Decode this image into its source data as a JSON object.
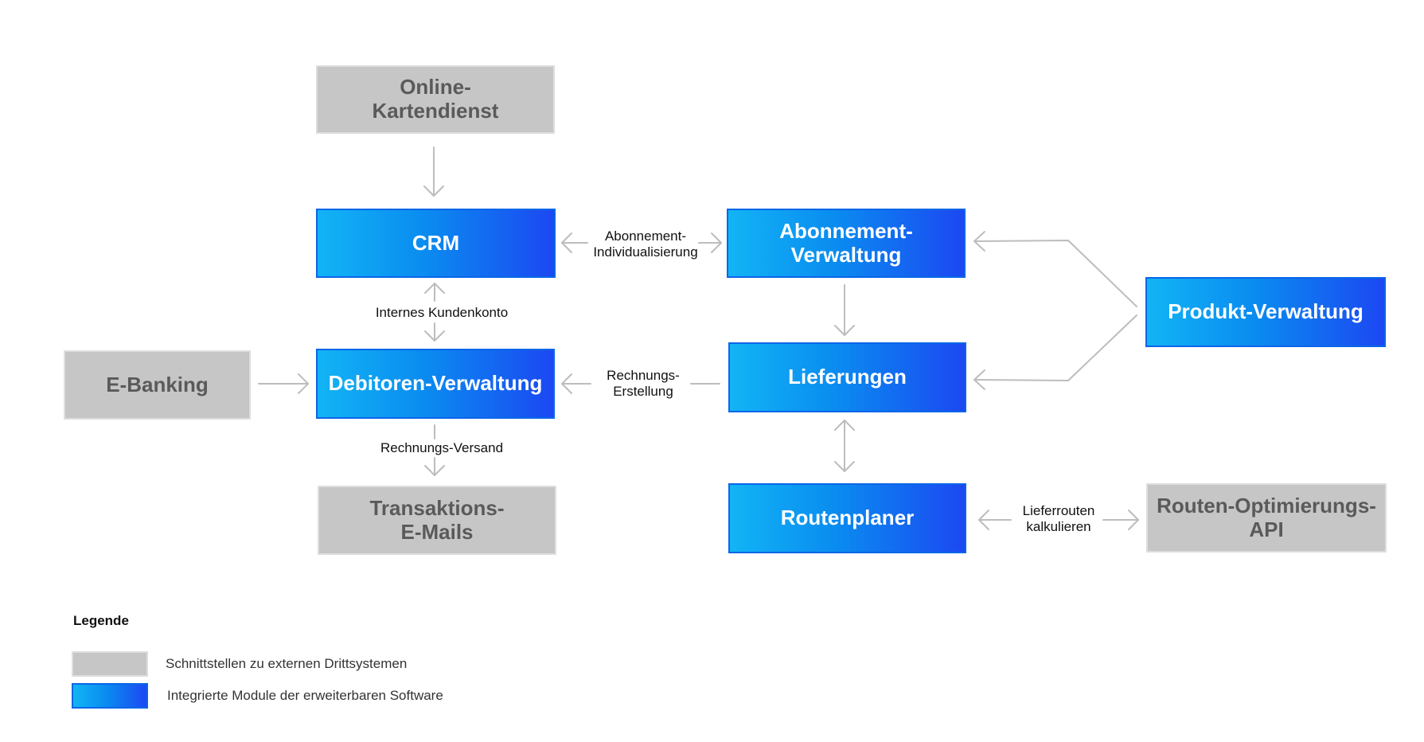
{
  "colors": {
    "external_fill": "#c6c6c6",
    "external_text": "#5a5a5a",
    "module_gradient_start": "#12b4f5",
    "module_gradient_end": "#1c48f2",
    "connector": "#bdbdbd",
    "label_text": "#111111"
  },
  "nodes": {
    "online_kartendienst": "Online-\nKartendienst",
    "crm": "CRM",
    "abonnement_verwaltung": "Abonnement-\nVerwaltung",
    "produkt_verwaltung": "Produkt-Verwaltung",
    "e_banking": "E-Banking",
    "debitoren_verwaltung": "Debitoren-Verwaltung",
    "lieferungen": "Lieferungen",
    "transaktions_emails": "Transaktions-\nE-Mails",
    "routenplaner": "Routenplaner",
    "routen_api": "Routen-Optimierungs-\nAPI"
  },
  "edge_labels": {
    "abo_individualisierung": "Abonnement-\nIndividualisierung",
    "internes_kundenkonto": "Internes Kundenkonto",
    "rechnungs_erstellung": "Rechnungs-\nErstellung",
    "rechnungs_versand": "Rechnungs-Versand",
    "lieferrouten": "Lieferrouten\nkalkulieren"
  },
  "legend": {
    "title": "Legende",
    "external": "Schnittstellen zu externen Drittsystemen",
    "modules": "Integrierte Module der erweiterbaren Software"
  }
}
